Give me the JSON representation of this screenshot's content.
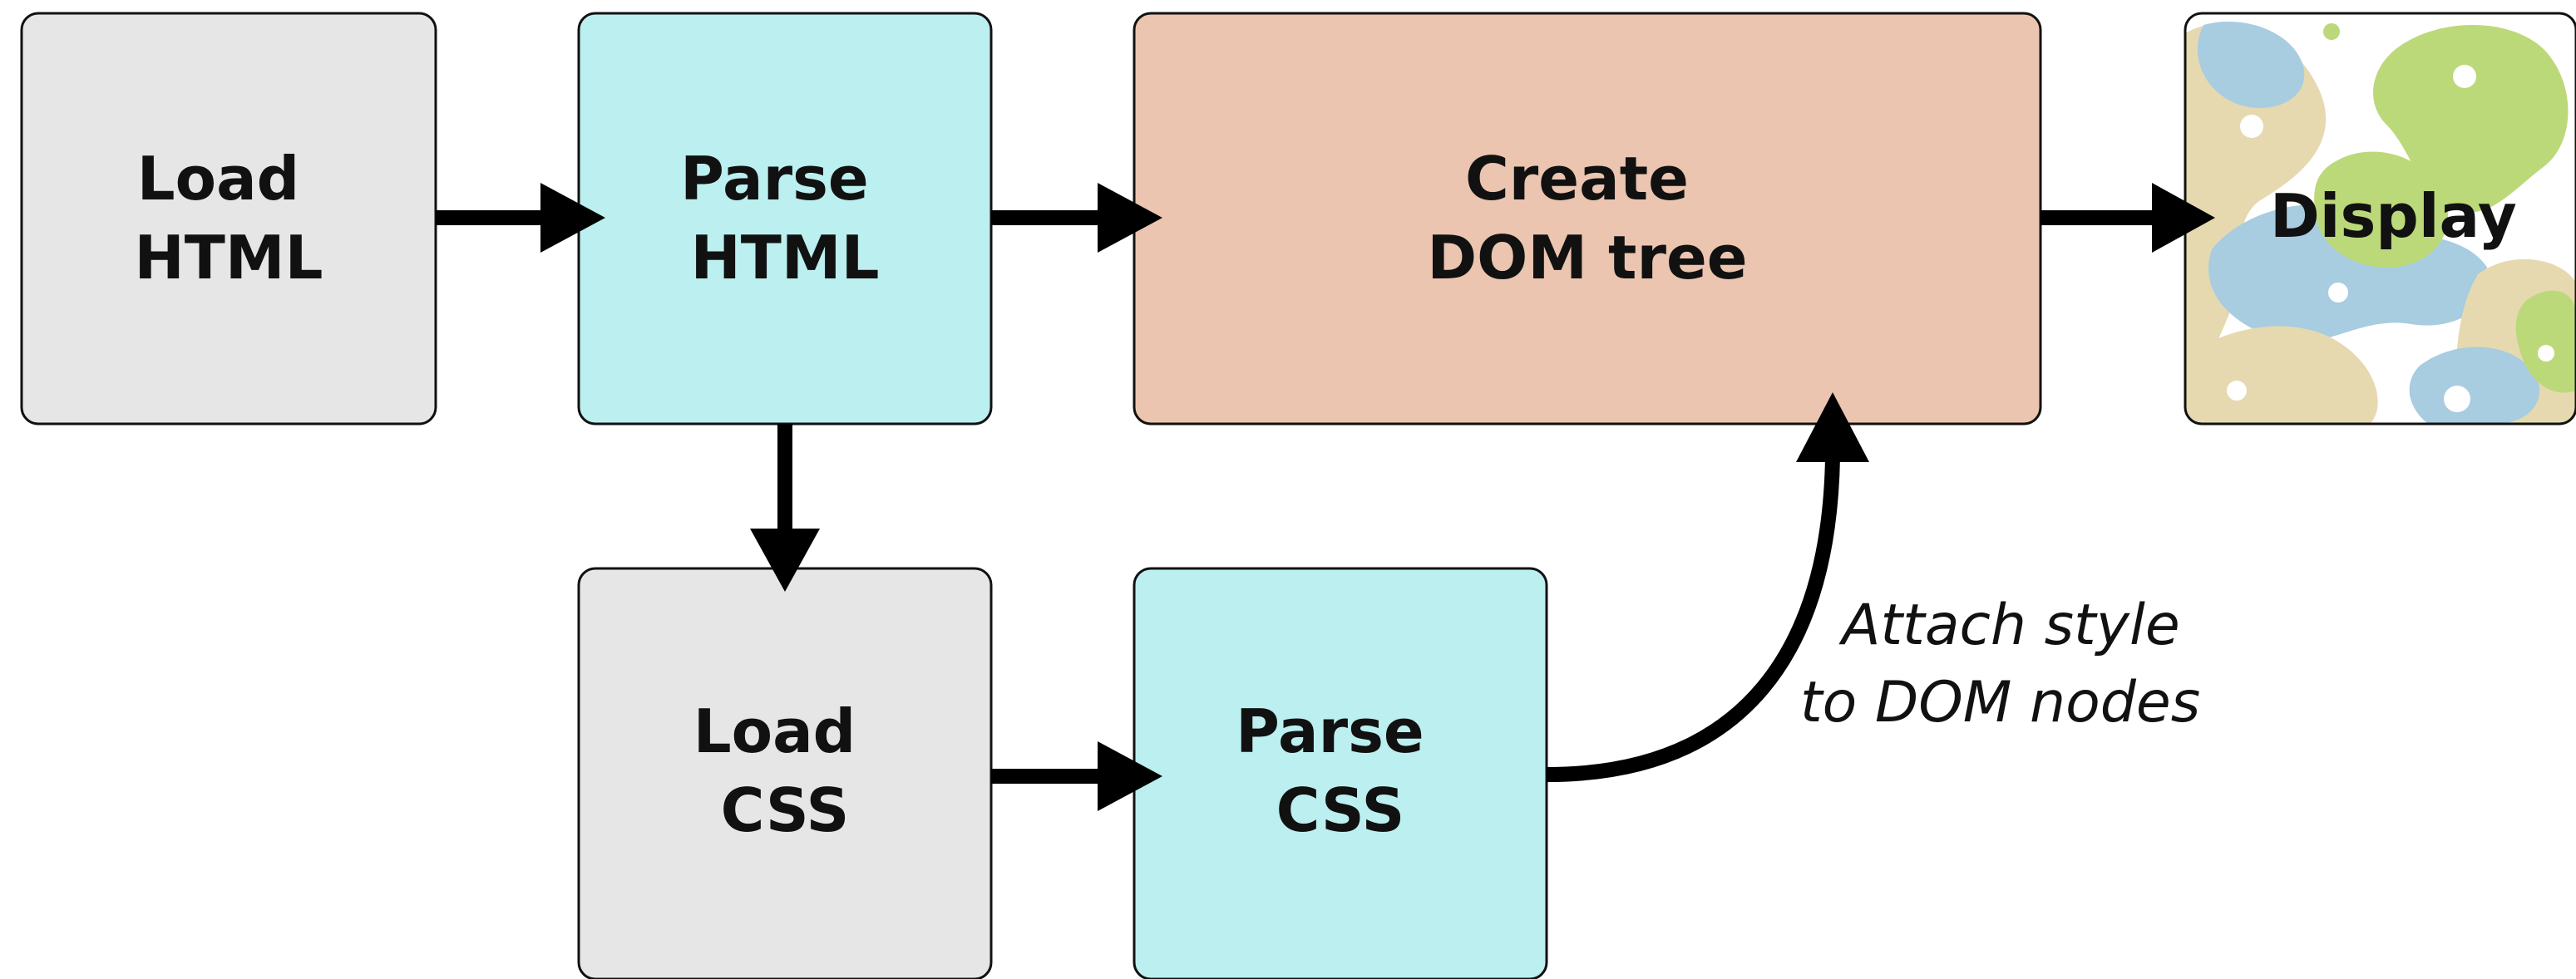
{
  "colors": {
    "load_fill": "#e6e6e6",
    "parse_fill": "#bcefef",
    "create_fill": "#ebc5b0",
    "stroke": "#111111",
    "arrow": "#000000",
    "display_background": "#ffffff",
    "display_blob_blue": "#a8cce0",
    "display_blob_green": "#bcd97a",
    "display_blob_tan": "#e6d9b0"
  },
  "nodes": {
    "load_html": {
      "line1": "Load",
      "line2": "HTML"
    },
    "parse_html": {
      "line1": "Parse",
      "line2": "HTML"
    },
    "create_dom": {
      "line1": "Create",
      "line2": "DOM tree"
    },
    "display": {
      "label": "Display"
    },
    "load_css": {
      "line1": "Load",
      "line2": "CSS"
    },
    "parse_css": {
      "line1": "Parse",
      "line2": "CSS"
    }
  },
  "annotation": {
    "line1": "Attach style",
    "line2": "to DOM nodes"
  }
}
